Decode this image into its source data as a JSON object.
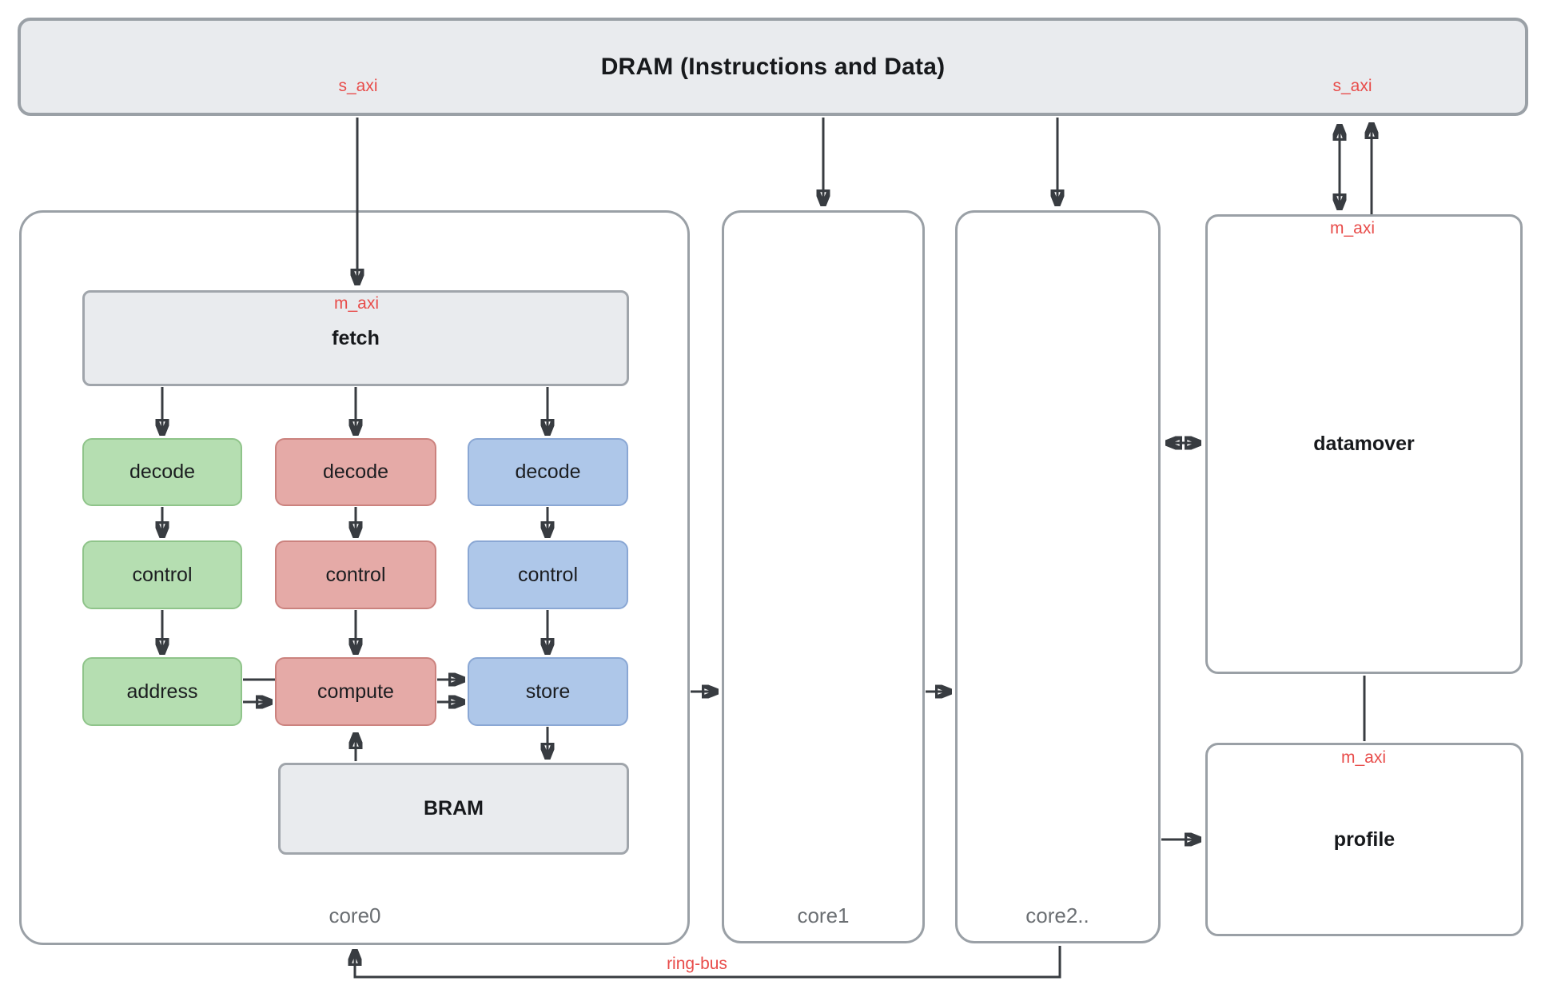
{
  "palette": {
    "accent_red": "#e84c4a",
    "gray_fill": "#e9ebee",
    "outline_gray": "#9aa0a6",
    "arrow_color": "#383c41",
    "green_fill": "#b5deb1",
    "green_border": "#8fc48a",
    "pink_fill": "#e5aaa7",
    "pink_border": "#cb827e",
    "blue_fill": "#aec7e9",
    "blue_border": "#8aa7d4"
  },
  "dram": {
    "title": "DRAM (Instructions and Data)",
    "port_left": "s_axi",
    "port_right": "s_axi"
  },
  "core0": {
    "label": "core0",
    "fetch": {
      "label": "fetch",
      "port": "m_axi"
    },
    "bram": {
      "label": "BRAM"
    },
    "green": {
      "decode": "decode",
      "control": "control",
      "stage3": "address"
    },
    "pink": {
      "decode": "decode",
      "control": "control",
      "stage3": "compute"
    },
    "blue": {
      "decode": "decode",
      "control": "control",
      "stage3": "store"
    }
  },
  "core1": {
    "label": "core1"
  },
  "core2": {
    "label": "core2.."
  },
  "datamover": {
    "label": "datamover",
    "port": "m_axi"
  },
  "profile": {
    "label": "profile",
    "port": "m_axi"
  },
  "labels": {
    "ring_bus": "ring-bus"
  }
}
